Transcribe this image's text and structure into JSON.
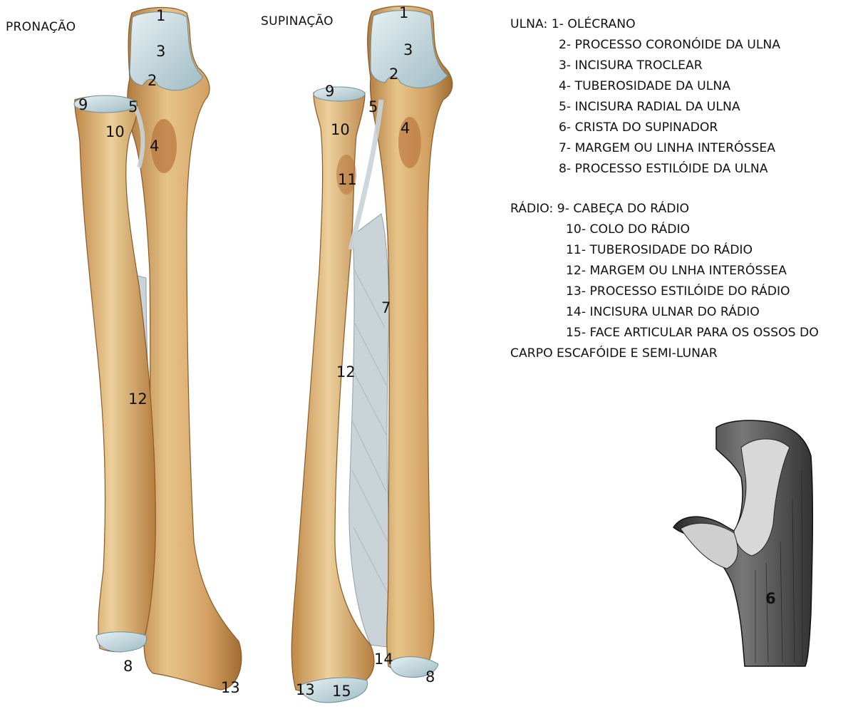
{
  "views": {
    "pronation": "PRONAÇÃO",
    "supination": "SUPINAÇÃO"
  },
  "labels": {
    "pronation": [
      "1",
      "3",
      "2",
      "9",
      "5",
      "10",
      "4",
      "12",
      "8",
      "13"
    ],
    "supination": [
      "1",
      "3",
      "2",
      "9",
      "5",
      "4",
      "10",
      "11",
      "7",
      "12",
      "14",
      "8",
      "13",
      "15"
    ],
    "detail": "6"
  },
  "legend": {
    "ulna_header": "ULNA:",
    "ulna_items": [
      "1- OLÉCRANO",
      "2- PROCESSO CORONÓIDE DA ULNA",
      "3- INCISURA TROCLEAR",
      "4- TUBEROSIDADE DA ULNA",
      "5- INCISURA RADIAL DA ULNA",
      "6- CRISTA DO SUPINADOR",
      "7- MARGEM OU LINHA INTERÓSSEA",
      "8- PROCESSO ESTILÓIDE DA ULNA"
    ],
    "radius_header": "RÁDIO:",
    "radius_items": [
      "9- CABEÇA DO RÁDIO",
      "10- COLO DO RÁDIO",
      "11- TUBEROSIDADE DO RÁDIO",
      "12- MARGEM OU LNHA INTERÓSSEA",
      "13- PROCESSO ESTILÓIDE DO RÁDIO",
      "14- INCISURA ULNAR DO RÁDIO",
      "15- FACE ARTICULAR PARA OS OSSOS DO"
    ],
    "radius_continuation": "CARPO ESCAFÓIDE E SEMI-LUNAR"
  },
  "colors": {
    "bone_light": "#e7c48a",
    "bone_mid": "#d4a263",
    "bone_dark": "#b07a3c",
    "cartilage": "#b9d3da",
    "membrane": "#c9d3d8",
    "engraving_dark": "#3a3a3a",
    "engraving_light": "#d8d8d8"
  }
}
